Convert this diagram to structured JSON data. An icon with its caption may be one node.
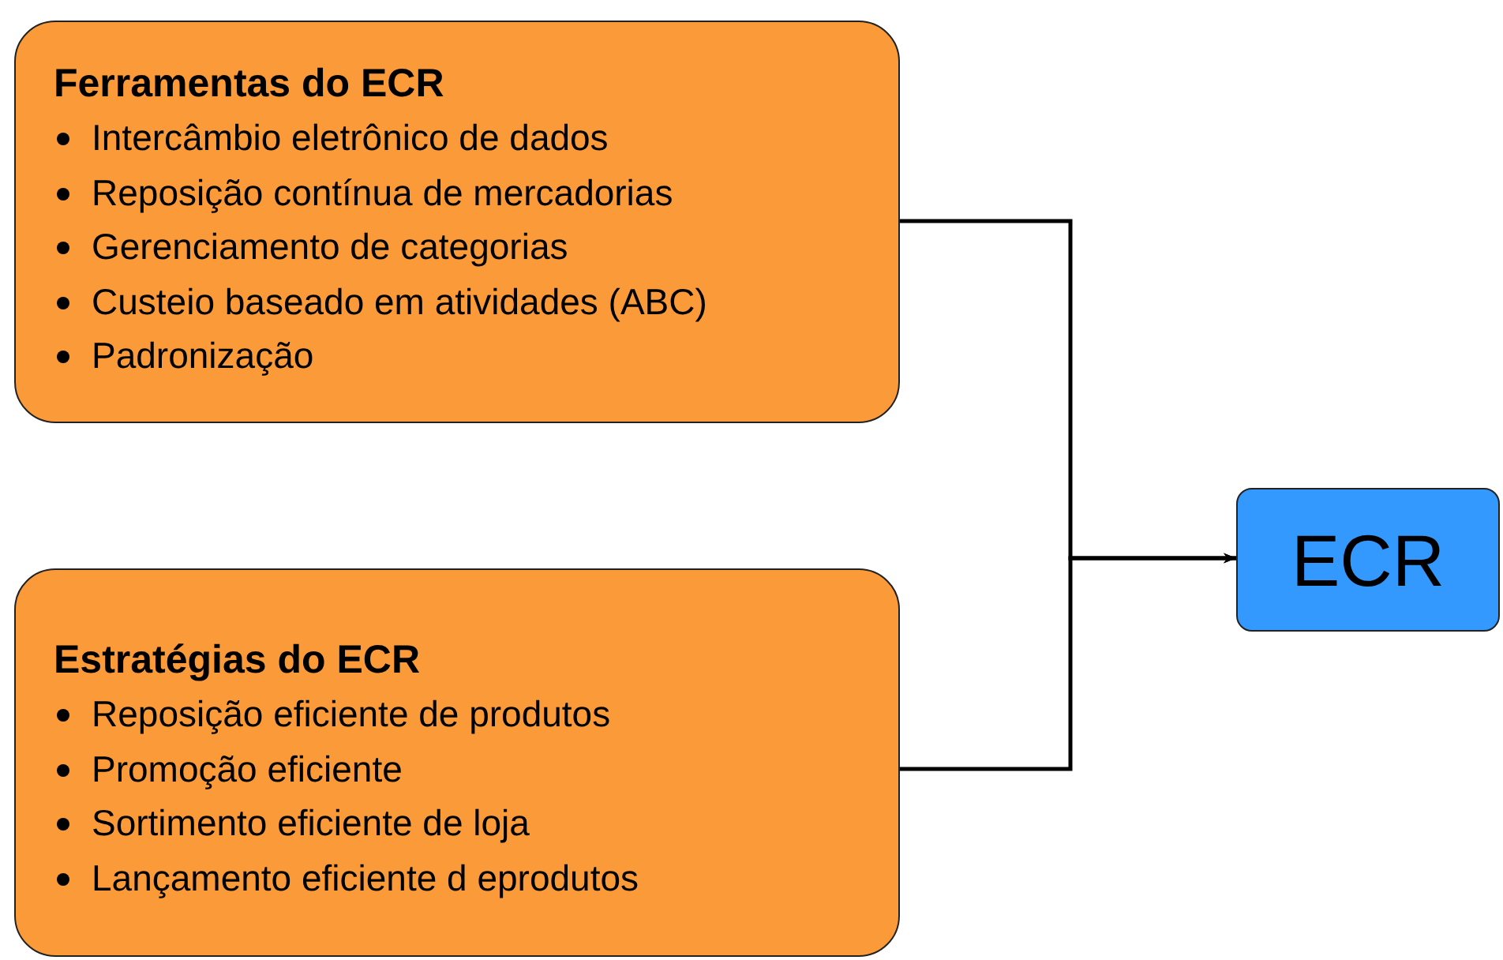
{
  "diagram": {
    "nodes": [
      {
        "text": [
          "Ferramentas do ECR",
          "Intercâmbio eletrônico de dados",
          "Reposição contínua de mercadorias",
          "Gerenciamento de categorias",
          "Custeio baseado em atividades (ABC)",
          "Padronização"
        ]
      },
      {
        "text": [
          "Estratégias do ECR",
          "Reposição eficiente de produtos",
          "Promoção eficiente",
          "Sortimento eficiente de loja",
          "Lançamento eficiente d eprodutos"
        ]
      },
      {
        "text": [
          "ECR"
        ]
      }
    ],
    "edges": [
      {
        "from": 0,
        "to": 2,
        "arrow": "to"
      },
      {
        "from": 1,
        "to": 2,
        "arrow": "to"
      }
    ]
  }
}
